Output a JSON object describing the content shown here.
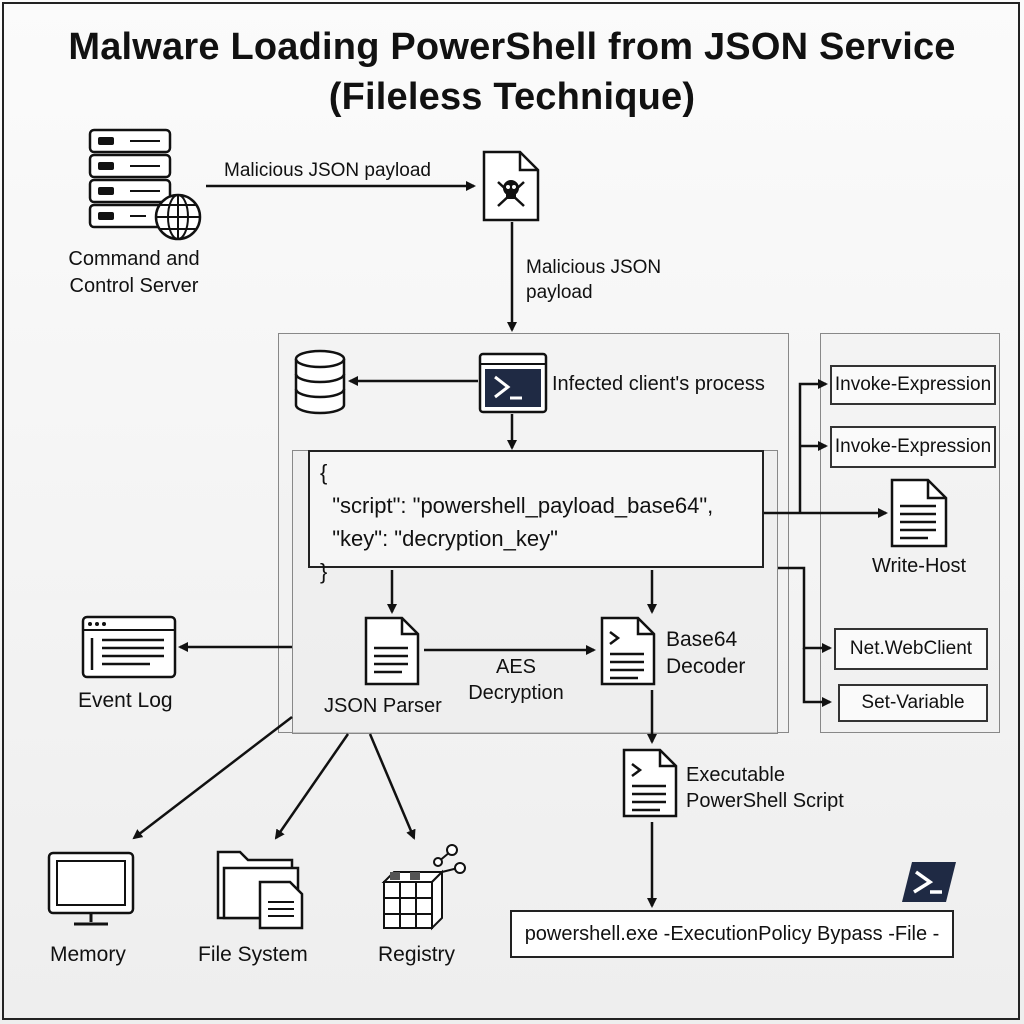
{
  "title": "Malware Loading PowerShell from JSON Service (Fileless Technique)",
  "c2": {
    "label": "Command and Control Server"
  },
  "arrows": {
    "c2_to_payload": "Malicious JSON payload",
    "payload_to_process": "Malicious JSON payload",
    "aes": "AES Decryption"
  },
  "process": {
    "label": "Infected client's process"
  },
  "json_content": {
    "open": "{",
    "line1": "  \"script\": \"powershell_payload_base64\",",
    "line2": "  \"key\": \"decryption_key\"",
    "close": "}"
  },
  "components": {
    "parser": "JSON Parser",
    "decoder": "Base64 Decoder",
    "executable": "Executable PowerShell Script",
    "event_log": "Event Log",
    "memory": "Memory",
    "file_system": "File System",
    "registry": "Registry"
  },
  "commands": [
    "Invoke-Expression",
    "Invoke-Expression",
    "Write-Host",
    "Net.WebClient",
    "Set-Variable"
  ],
  "final_command": "powershell.exe -ExecutionPolicy Bypass -File -",
  "colors": {
    "powershell": "#1f2a44",
    "stroke": "#111111",
    "panel": "#888888"
  }
}
